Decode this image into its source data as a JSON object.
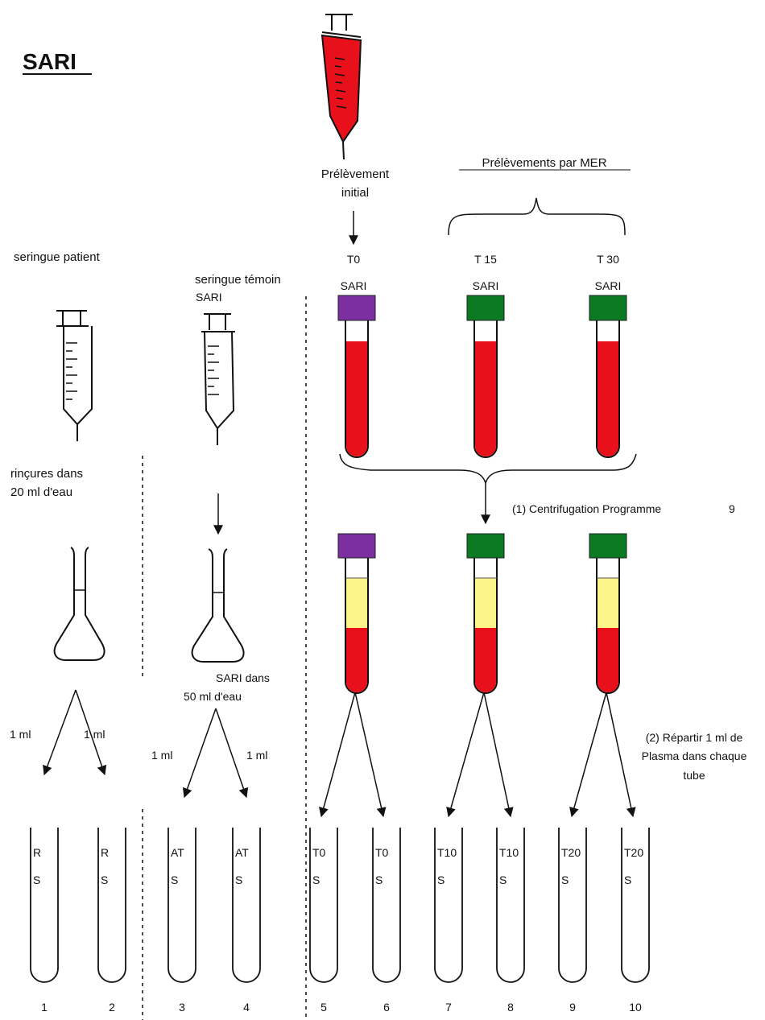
{
  "title": "SARI",
  "colors": {
    "blood": "#e8101a",
    "plasma": "#fbf58a",
    "cap_purple": "#7b2fa0",
    "cap_green": "#0b7a22",
    "ink": "#111111"
  },
  "labels": {
    "initial_draw_line1": "Prélèvement",
    "initial_draw_line2": "initial",
    "mer_draws": "Prélèvements par MER",
    "patient_syringe": "seringue patient",
    "control_syringe_line1": "seringue témoin",
    "control_syringe_line2": "SARI",
    "rinse_line1": "rinçures dans",
    "rinse_line2": "20 ml d'eau",
    "sari_water_line1": "SARI dans",
    "sari_water_line2": "50 ml d'eau",
    "centrifugation": "(1) Centrifugation Programme",
    "centrifugation_program": "9",
    "distribute_line1": "(2) Répartir 1 ml de",
    "distribute_line2": "Plasma dans chaque",
    "distribute_line3": "tube"
  },
  "blood_tubes": [
    {
      "time_label": "T0",
      "drug_label": "SARI",
      "cap": "purple"
    },
    {
      "time_label": "T 15",
      "drug_label": "SARI",
      "cap": "green"
    },
    {
      "time_label": "T  30",
      "drug_label": "SARI",
      "cap": "green"
    }
  ],
  "volume_labels": [
    "1 ml",
    "1 ml",
    "1 ml",
    "1 ml"
  ],
  "sample_tubes": [
    {
      "code": "R",
      "suffix": "S",
      "number": "1"
    },
    {
      "code": "R",
      "suffix": "S",
      "number": "2"
    },
    {
      "code": "AT",
      "suffix": "S",
      "number": "3"
    },
    {
      "code": "AT",
      "suffix": "S",
      "number": "4"
    },
    {
      "code": "T0",
      "suffix": "S",
      "number": "5"
    },
    {
      "code": "T0",
      "suffix": "S",
      "number": "6"
    },
    {
      "code": "T10",
      "suffix": "S",
      "number": "7"
    },
    {
      "code": "T10",
      "suffix": "S",
      "number": "8"
    },
    {
      "code": "T20",
      "suffix": "S",
      "number": "9"
    },
    {
      "code": "T20",
      "suffix": "S",
      "number": "10"
    }
  ]
}
